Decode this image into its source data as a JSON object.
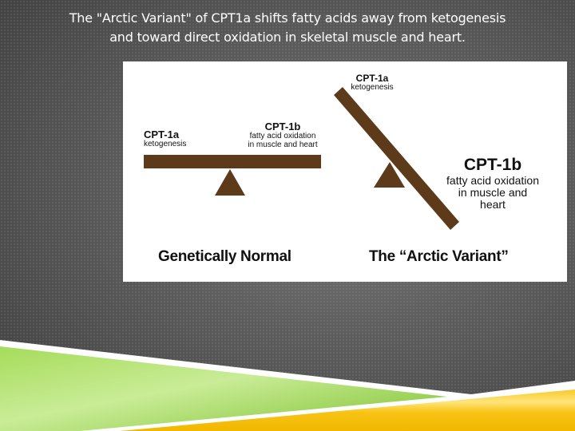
{
  "slide": {
    "title_line1": "The \"Arctic Variant\" of CPT1a shifts fatty acids away from ketogenesis",
    "title_line2": "and toward direct oxidation in skeletal muscle and heart."
  },
  "figure": {
    "normal": {
      "left_label": "CPT-1a",
      "left_sub": "ketogenesis",
      "right_label": "CPT-1b",
      "right_sub_1": "fatty acid oxidation",
      "right_sub_2": "in muscle and heart",
      "caption": "Genetically Normal"
    },
    "arctic": {
      "top_label": "CPT-1a",
      "top_sub": "ketogenesis",
      "bottom_label": "CPT-1b",
      "bottom_sub_1": "fatty acid oxidation",
      "bottom_sub_2": "in muscle and",
      "bottom_sub_3": "heart",
      "caption": "The “Arctic Variant”"
    },
    "colors": {
      "beam": "#5c3a1a",
      "background": "#ffffff"
    }
  },
  "theme": {
    "green": "#8cc63f",
    "yellow": "#f5c518",
    "stripe": "#ffffff"
  }
}
